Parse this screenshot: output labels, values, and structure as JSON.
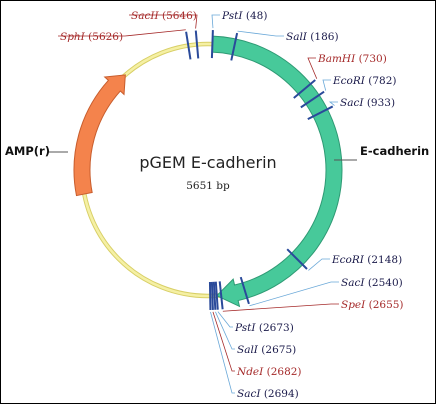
{
  "plasmid": {
    "name": "pGEM E-cadherin",
    "size_label": "5651 bp"
  },
  "features": [
    {
      "label": "E-cadherin",
      "color": "#47c99a",
      "stroke": "#2e9a74"
    },
    {
      "label": "AMP(r)",
      "color": "#f4834c",
      "stroke": "#c85d2d"
    }
  ],
  "backbone_color": "#f5f0a4",
  "colors": {
    "unique_site": "#a52a2a",
    "multi_site": "#1a1a4a",
    "site_mark": "#2a4a9a",
    "leader_line": "#6aa8d8"
  },
  "sites": [
    {
      "name": "SacII",
      "pos": "(5646)",
      "unique": true
    },
    {
      "name": "SphI",
      "pos": "(5626)",
      "unique": true
    },
    {
      "name": "PstI",
      "pos": "(48)",
      "unique": false
    },
    {
      "name": "SalI",
      "pos": "(186)",
      "unique": false
    },
    {
      "name": "BamHI",
      "pos": "(730)",
      "unique": true
    },
    {
      "name": "EcoRI",
      "pos": "(782)",
      "unique": false
    },
    {
      "name": "SacI",
      "pos": "(933)",
      "unique": false
    },
    {
      "name": "EcoRI",
      "pos": "(2148)",
      "unique": false
    },
    {
      "name": "SacI",
      "pos": "(2540)",
      "unique": false
    },
    {
      "name": "SpeI",
      "pos": "(2655)",
      "unique": true
    },
    {
      "name": "PstI",
      "pos": "(2673)",
      "unique": false
    },
    {
      "name": "SalI",
      "pos": "(2675)",
      "unique": false
    },
    {
      "name": "NdeI",
      "pos": "(2682)",
      "unique": true
    },
    {
      "name": "SacI",
      "pos": "(2694)",
      "unique": false
    }
  ]
}
